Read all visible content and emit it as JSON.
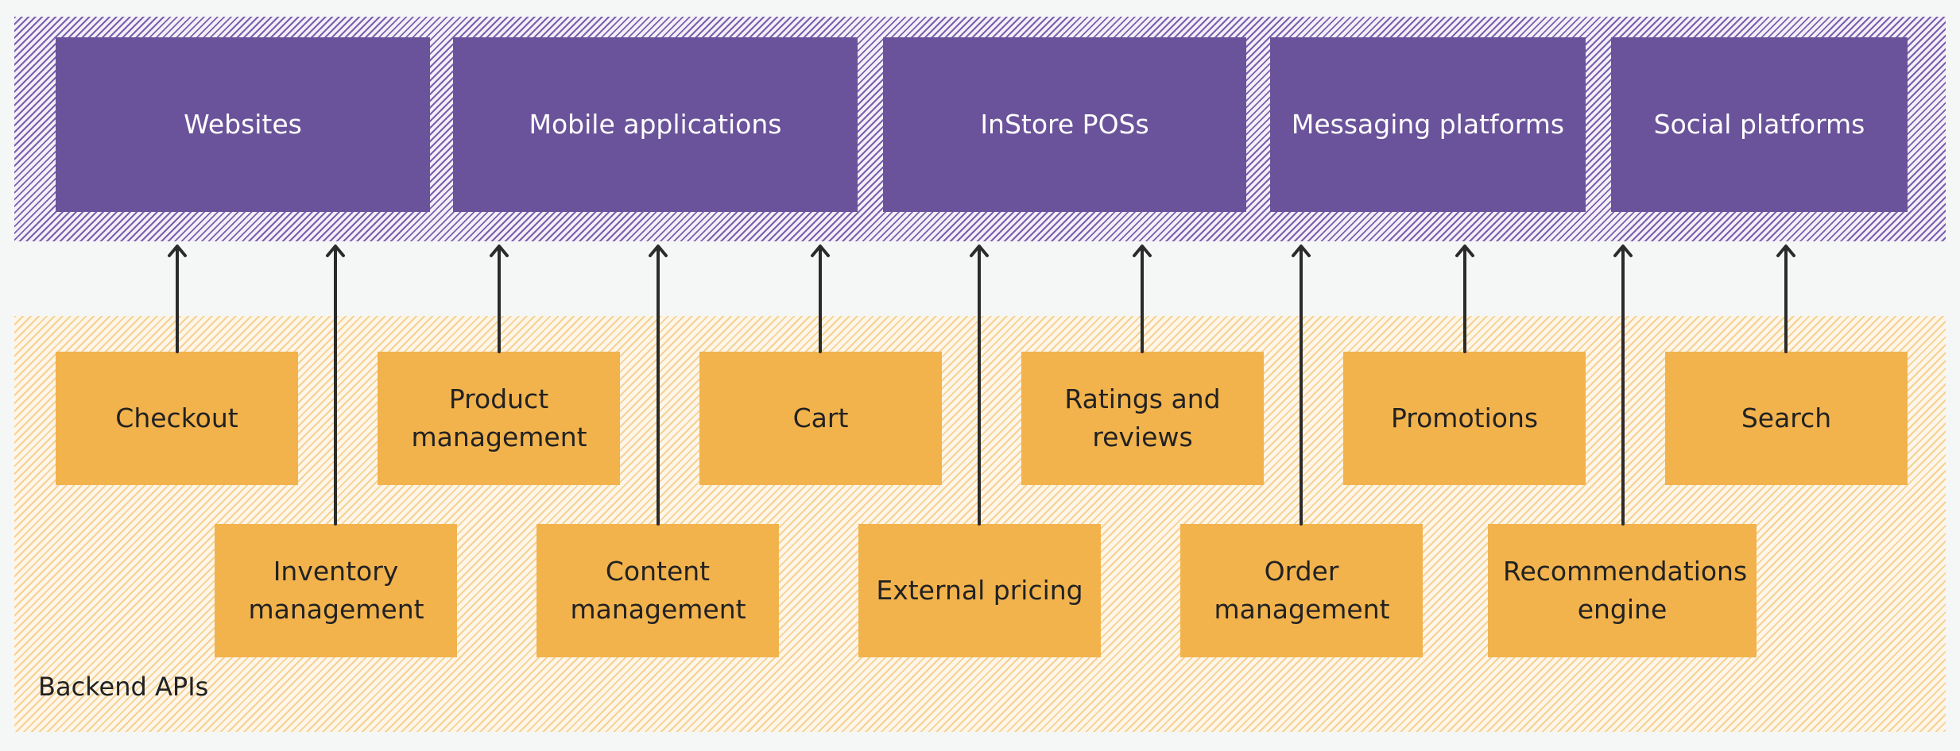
{
  "channels": {
    "websites": "Websites",
    "mobile": "Mobile applications",
    "instore": "InStore POSs",
    "messaging": "Messaging platforms",
    "social": "Social platforms"
  },
  "services": {
    "checkout": "Checkout",
    "inventory": "Inventory management",
    "product": "Product management",
    "content": "Content management",
    "cart": "Cart",
    "pricing": "External pricing",
    "ratings": "Ratings and reviews",
    "order": "Order management",
    "promotions": "Promotions",
    "recommendations": "Recommendations engine",
    "search": "Search"
  },
  "backend_label": "Backend APIs",
  "colors": {
    "channel": "#6a539a",
    "service": "#f2b34d",
    "arrow": "#2b2b2b"
  }
}
